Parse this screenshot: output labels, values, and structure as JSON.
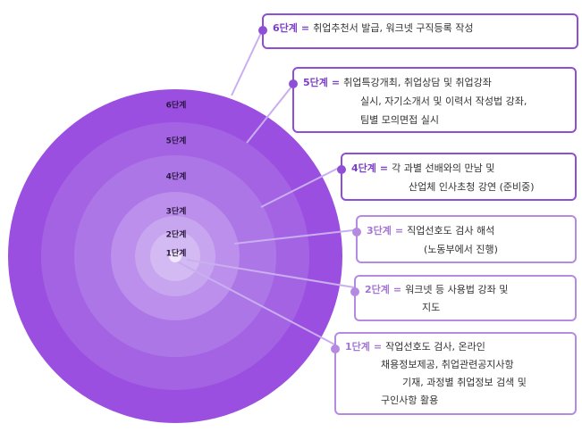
{
  "rings": [
    {
      "label": "6단계",
      "color": "#9b4fe0"
    },
    {
      "label": "5단계",
      "color": "#a463e3"
    },
    {
      "label": "4단계",
      "color": "#ad76e6"
    },
    {
      "label": "3단계",
      "color": "#bb8feb"
    },
    {
      "label": "2단계",
      "color": "#c7a5ef"
    },
    {
      "label": "1단계",
      "color": "#d3baf2"
    }
  ],
  "steps": [
    {
      "name": "6단계",
      "eq": "=",
      "lines": [
        "취업추천서 발급, 워크넷 구직등록 작성"
      ]
    },
    {
      "name": "5단계",
      "eq": "=",
      "lines": [
        "취업특강개최, 취업상담 및 취업강좌",
        "실시, 자기소개서 및 이력서 작성법 강좌,",
        "팀별 모의면접 실시"
      ]
    },
    {
      "name": "4단계",
      "eq": "=",
      "lines": [
        "각 과별 선배와의 만남 및",
        "산업체 인사초청 강연 (준비중)"
      ]
    },
    {
      "name": "3단계",
      "eq": "=",
      "lines": [
        "직업선호도 검사 해석",
        "(노동부에서 진행)"
      ]
    },
    {
      "name": "2단계",
      "eq": "=",
      "lines": [
        "워크넷 등 사용법 강좌 및",
        "지도"
      ]
    },
    {
      "name": "1단계",
      "eq": "=",
      "lines": [
        "작업선호도 검사, 온라인",
        "채용정보제공, 취업관련공지사항",
        "기재, 과정별 취업정보 검색 및",
        "구인사항 활용"
      ]
    }
  ]
}
